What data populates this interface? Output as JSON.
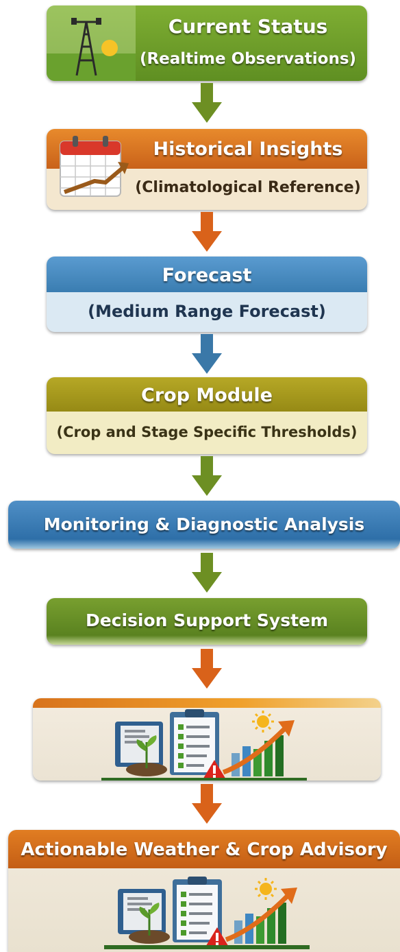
{
  "steps": [
    {
      "title": "Current Status",
      "subtitle": "(Realtime Observations)"
    },
    {
      "title": "Historical Insights",
      "subtitle": "(Climatological Reference)"
    },
    {
      "title": "Forecast",
      "subtitle": "(Medium Range Forecast)"
    },
    {
      "title": "Crop Module",
      "subtitle": "(Crop and Stage Specific Thresholds)"
    },
    {
      "title": "Monitoring & Diagnostic Analysis"
    },
    {
      "title": "Decision Support System"
    },
    {
      "title": ""
    },
    {
      "title": "Actionable Weather & Crop Advisory"
    }
  ],
  "icons": [
    "weather-station-icon",
    "calendar-chart-icon",
    "advisory-dashboard-icon"
  ],
  "colors": {
    "green": "#6f9a2b",
    "orange": "#d8701c",
    "blue": "#3f86b8",
    "olive": "#a69a1e",
    "dark_blue": "#2f72b0",
    "arrow_green": "#6d8f23",
    "arrow_orange": "#d9621a",
    "arrow_blue": "#3a78a8"
  }
}
